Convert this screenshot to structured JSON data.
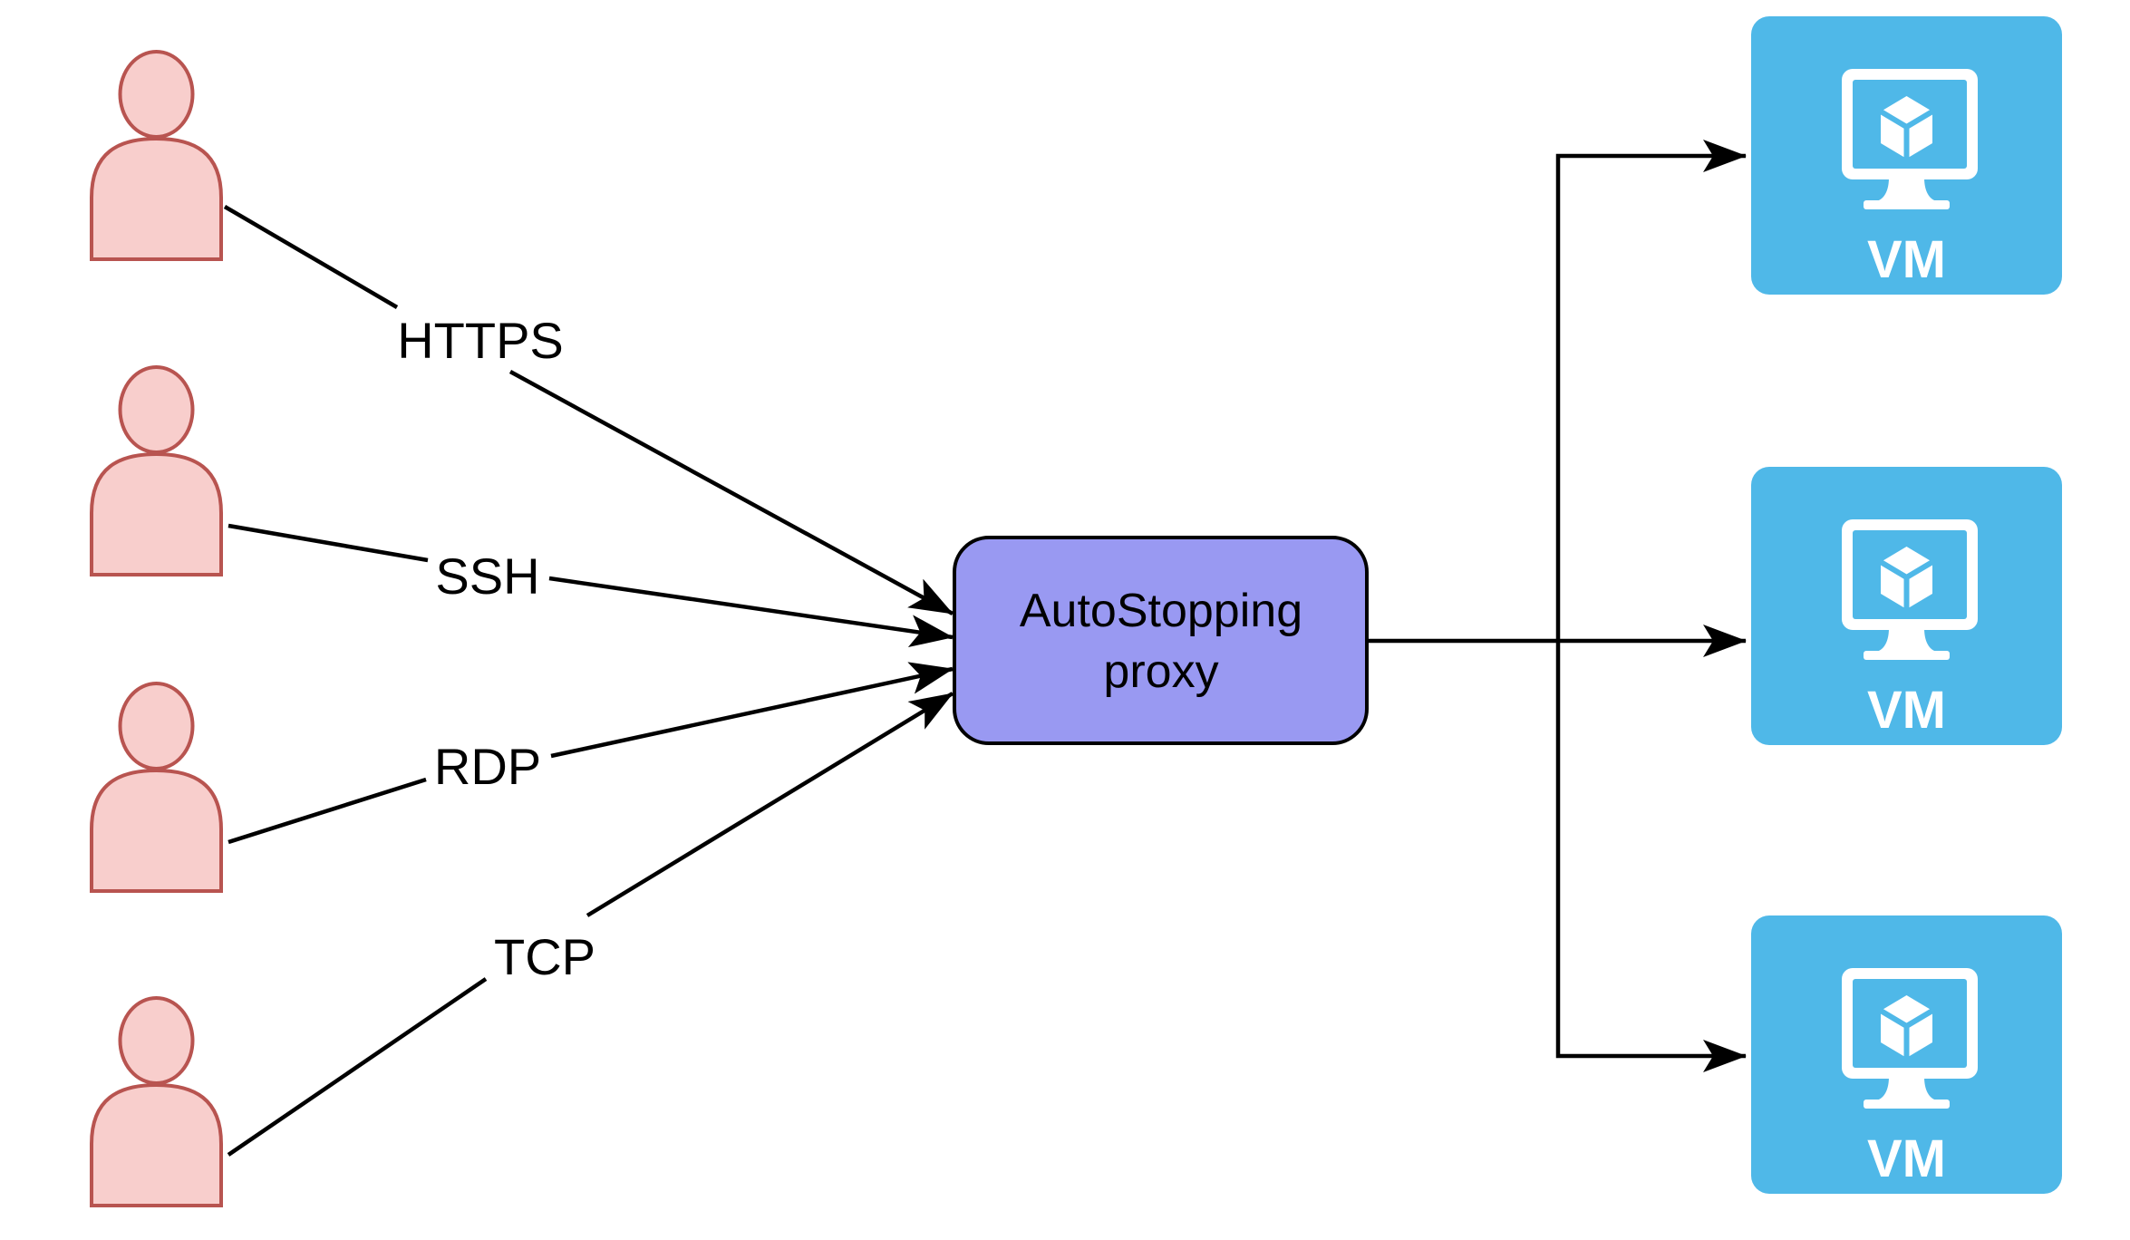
{
  "colors": {
    "background": "#ffffff",
    "user_fill": "#f8cecc",
    "user_stroke": "#b85450",
    "proxy_fill": "#9999f2",
    "proxy_stroke": "#000000",
    "vm_fill": "#4fb8e8",
    "vm_text": "#ffffff",
    "icon_fill": "#ffffff",
    "line": "#000000",
    "label_text": "#000000"
  },
  "diagram": {
    "protocols": [
      {
        "label": "HTTPS"
      },
      {
        "label": "SSH"
      },
      {
        "label": "RDP"
      },
      {
        "label": "TCP"
      }
    ],
    "proxy": {
      "lines": [
        "AutoStopping",
        "proxy"
      ]
    },
    "vms": [
      {
        "label": "VM"
      },
      {
        "label": "VM"
      },
      {
        "label": "VM"
      }
    ]
  }
}
